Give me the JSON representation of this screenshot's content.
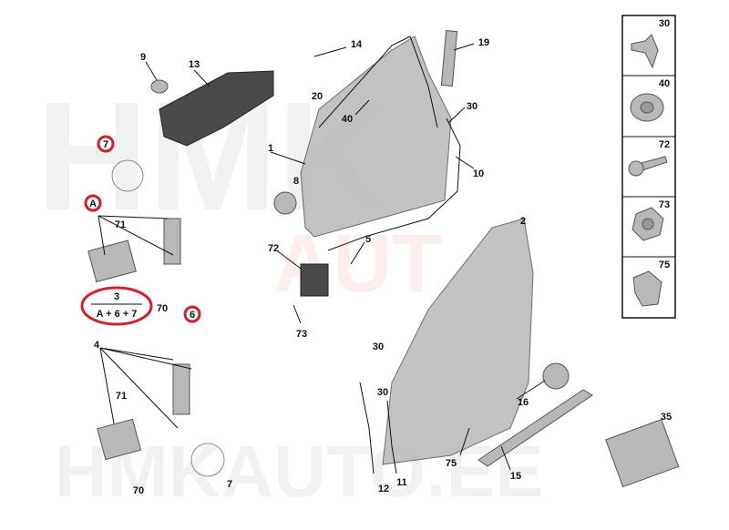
{
  "watermark": {
    "top": "HMK",
    "middle": "AUT",
    "bottom": "HMKAUTO.EE"
  },
  "colors": {
    "highlight_circle": "#d0202a",
    "part_gray": "#b8b8b8",
    "part_dark": "#4a4a4a"
  },
  "callouts": [
    "9",
    "13",
    "14",
    "19",
    "20",
    "30",
    "40",
    "1",
    "10",
    "8",
    "71",
    "72",
    "5",
    "2",
    "70",
    "73",
    "4",
    "30",
    "71",
    "30",
    "16",
    "35",
    "75",
    "15",
    "11",
    "12",
    "7",
    "70"
  ],
  "highlighted": {
    "seven": "7",
    "a": "A",
    "six": "6"
  },
  "kit": {
    "number": "3",
    "formula": "A + 6 + 7"
  },
  "fastener_panel": [
    "30",
    "40",
    "72",
    "73",
    "75"
  ]
}
